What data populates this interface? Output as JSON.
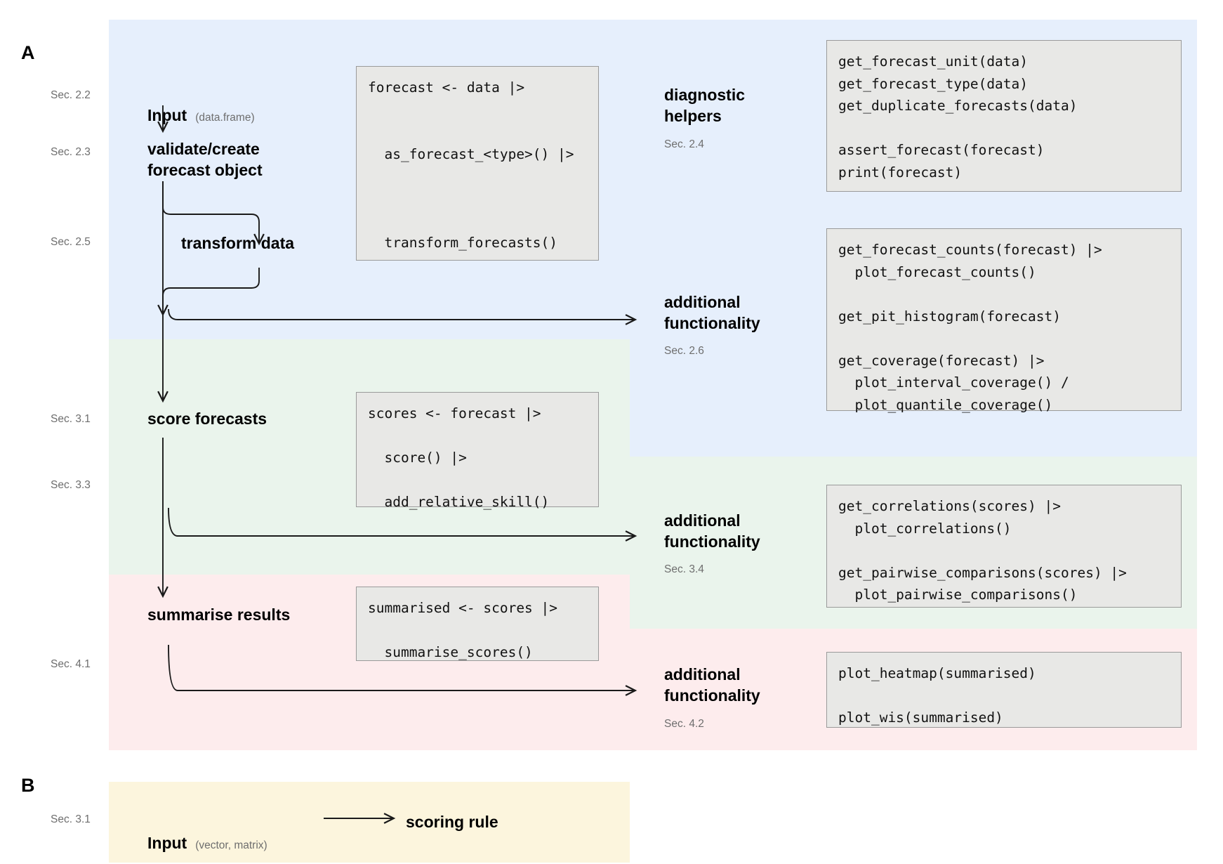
{
  "panels": {
    "a_letter": "A",
    "b_letter": "B"
  },
  "sections": {
    "s22": "Sec. 2.2",
    "s23": "Sec. 2.3",
    "s25": "Sec. 2.5",
    "s24": "Sec. 2.4",
    "s26": "Sec. 2.6",
    "s31": "Sec. 3.1",
    "s33": "Sec. 3.3",
    "s34": "Sec. 3.4",
    "s41": "Sec. 4.1",
    "s42": "Sec. 4.2",
    "s31b": "Sec. 3.1"
  },
  "nodes": {
    "input": "Input",
    "input_sub": "(data.frame)",
    "validate": "validate/create\nforecast object",
    "transform": "transform data",
    "score": "score forecasts",
    "summarise": "summarise results"
  },
  "headings": {
    "diagnostic_helpers": "diagnostic\nhelpers",
    "additional_1": "additional\nfunctionality",
    "additional_2": "additional\nfunctionality",
    "additional_3": "additional\nfunctionality"
  },
  "code": {
    "forecast_pipeline": "forecast <- data |>\n\n\n  as_forecast_<type>() |>\n\n\n\n  transform_forecasts()",
    "diagnostic_helpers": "get_forecast_unit(data)\nget_forecast_type(data)\nget_duplicate_forecasts(data)\n\nassert_forecast(forecast)\nprint(forecast)",
    "additional_26": "get_forecast_counts(forecast) |>\n  plot_forecast_counts()\n\nget_pit_histogram(forecast)\n\nget_coverage(forecast) |>\n  plot_interval_coverage() /\n  plot_quantile_coverage()",
    "scores_pipeline": "scores <- forecast |>\n\n  score() |>\n\n  add_relative_skill()",
    "additional_34": "get_correlations(scores) |>\n  plot_correlations()\n\nget_pairwise_comparisons(scores) |>\n  plot_pairwise_comparisons()",
    "summarised_pipeline": "summarised <- scores |>\n\n  summarise_scores()",
    "additional_42": "plot_heatmap(summarised)\n\nplot_wis(summarised)"
  },
  "panel_b": {
    "input": "Input",
    "input_sub": "(vector, matrix)",
    "scoring_rule": "scoring rule"
  },
  "colors": {
    "band_blue": "#e6effc",
    "band_green": "#eaf4ec",
    "band_pink": "#fdeced",
    "band_yellow": "#fcf5dd",
    "codebox_bg": "#e8e8e6",
    "codebox_border": "#9a9a9a",
    "arrow": "#1a1a1a",
    "muted_text": "#6e6e6e"
  }
}
